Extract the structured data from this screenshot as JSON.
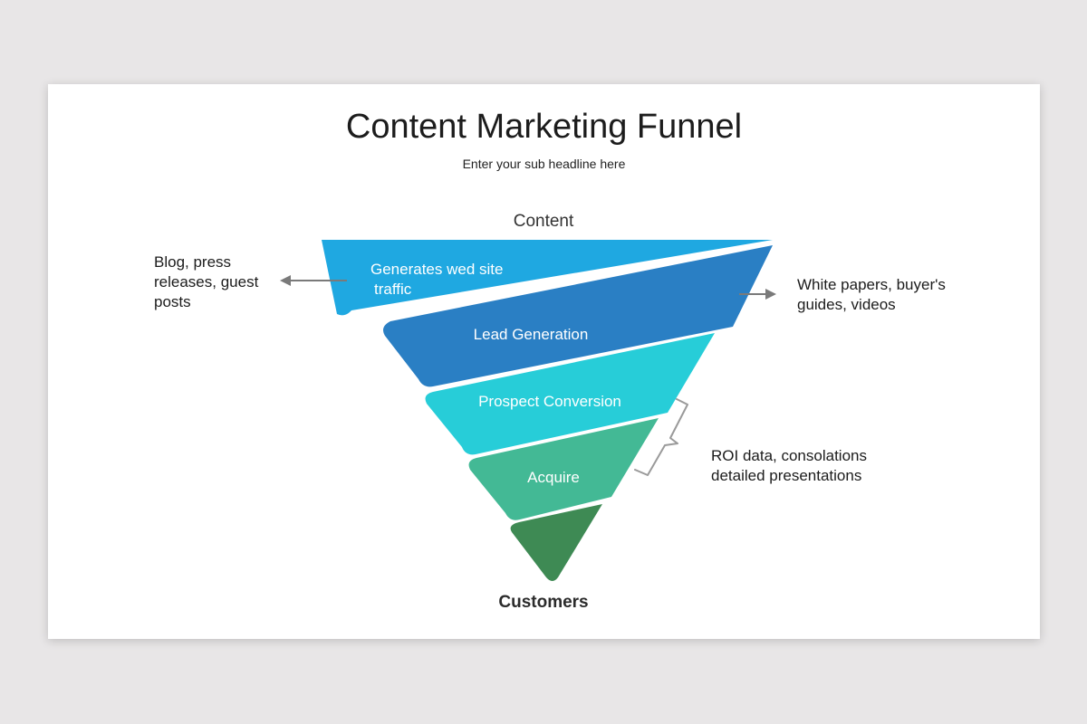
{
  "slide": {
    "title": "Content Marketing Funnel",
    "subtitle": "Enter your sub headline here"
  },
  "funnel": {
    "top_label": "Content",
    "bottom_label": "Customers",
    "layers": [
      {
        "line1": "Generates wed site",
        "line2": "traffic",
        "color": "#1fa8e1"
      },
      {
        "line1": "Lead Generation",
        "color": "#2a7fc4"
      },
      {
        "line1": "Prospect Conversion",
        "color": "#27cdd8"
      },
      {
        "line1": "Acquire",
        "color": "#43b995"
      },
      {
        "color": "#3e8a54"
      }
    ]
  },
  "notes": {
    "left": {
      "line1": "Blog, press",
      "line2": "releases, guest",
      "line3": "posts"
    },
    "right_top": {
      "line1": "White papers, buyer's",
      "line2": "guides, videos"
    },
    "right_bottom": {
      "line1": "ROI data, consolations",
      "line2": "detailed presentations"
    }
  },
  "colors": {
    "arrow": "#7a7a7a",
    "bracket": "#9a9a9a"
  }
}
